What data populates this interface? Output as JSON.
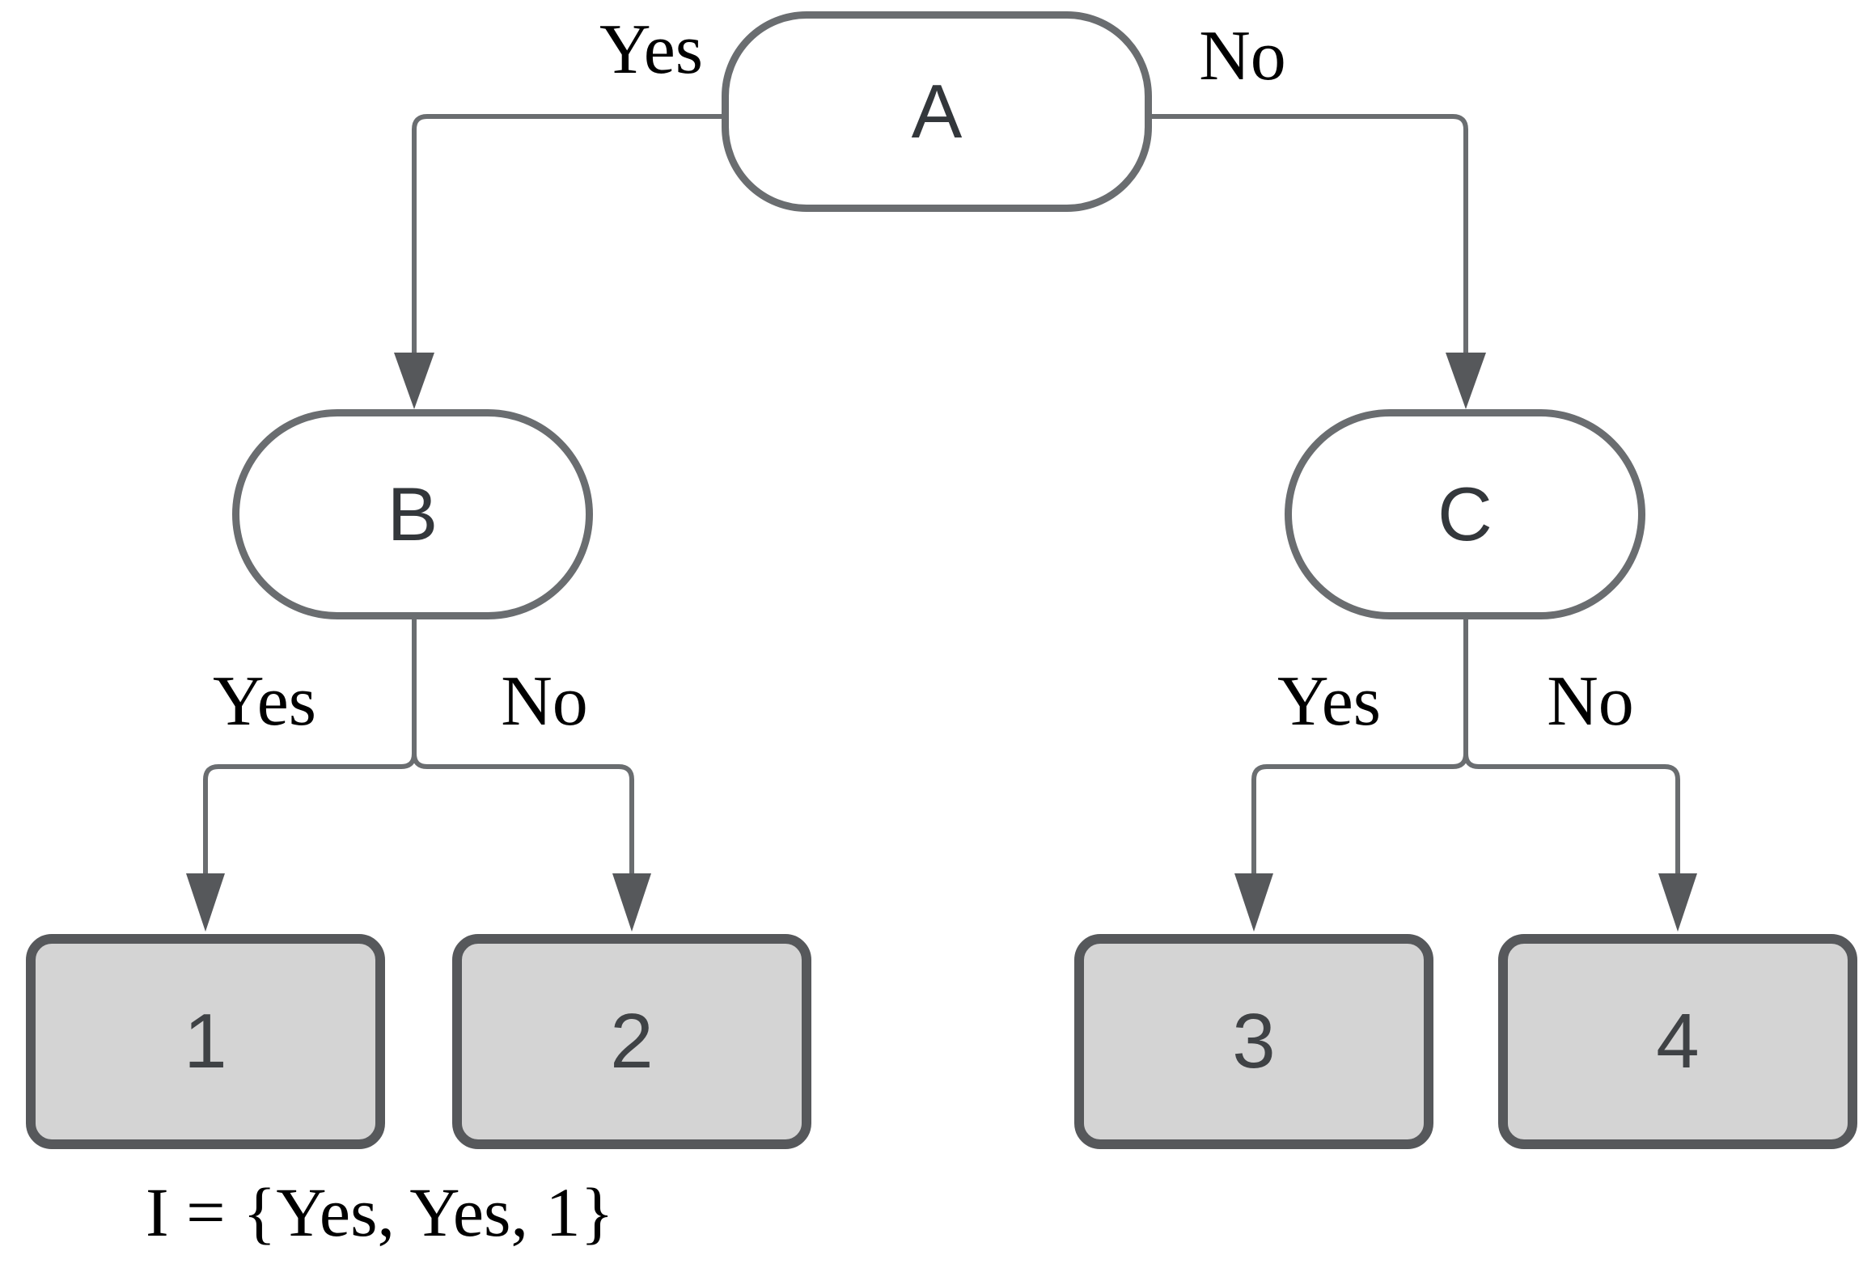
{
  "colors": {
    "background": "#ffffff",
    "node_border": "#6a6d70",
    "node_fill": "#ffffff",
    "node_text": "#33373b",
    "leaf_border": "#56585b",
    "leaf_fill": "#d4d4d4",
    "leaf_text": "#3f4245",
    "connector": "#6a6d70",
    "arrowhead": "#56585b",
    "label_text": "#000000"
  },
  "tree": {
    "nodes": {
      "a": {
        "label": "A"
      },
      "b": {
        "label": "B"
      },
      "c": {
        "label": "C"
      },
      "leaf1": {
        "label": "1"
      },
      "leaf2": {
        "label": "2"
      },
      "leaf3": {
        "label": "3"
      },
      "leaf4": {
        "label": "4"
      }
    },
    "edges": {
      "a_b": {
        "label": "Yes"
      },
      "a_c": {
        "label": "No"
      },
      "b_leaf1": {
        "label": "Yes"
      },
      "b_leaf2": {
        "label": "No"
      },
      "c_leaf3": {
        "label": "Yes"
      },
      "c_leaf4": {
        "label": "No"
      }
    },
    "caption": "I = {Yes, Yes, 1}"
  }
}
